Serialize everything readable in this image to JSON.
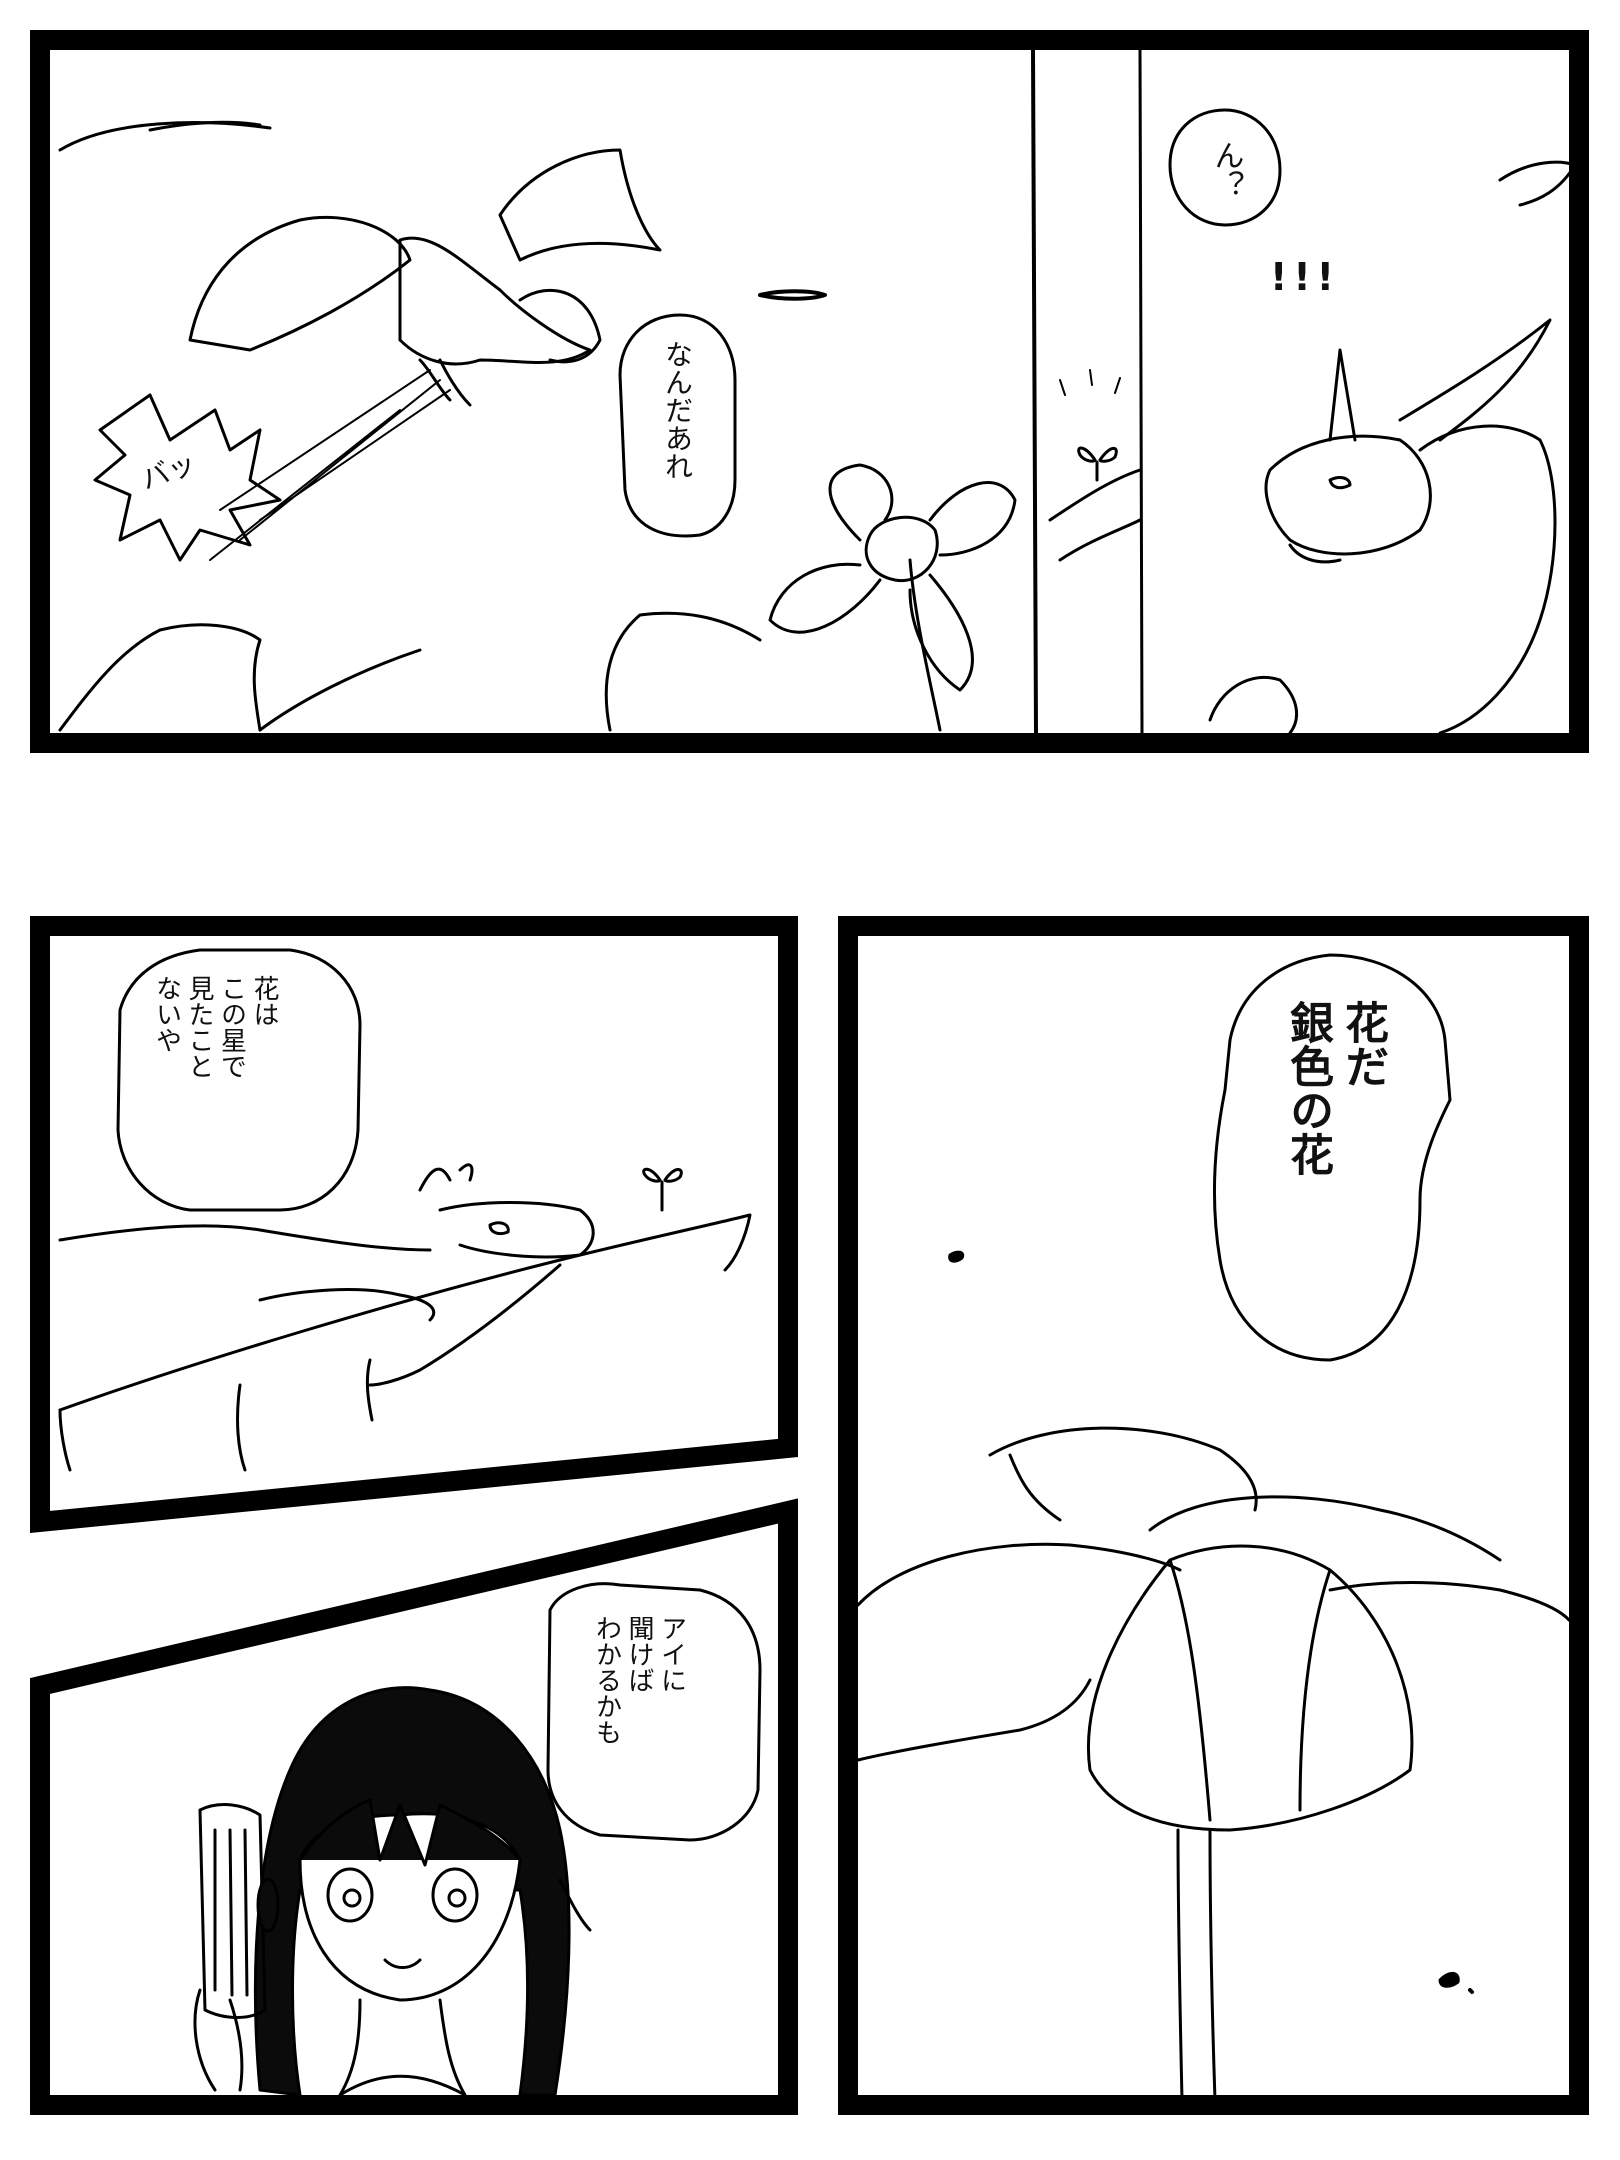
{
  "panels": [
    {
      "id": "p1",
      "bubbles": [
        {
          "name": "bubble-nandaare",
          "lines": [
            "なんだあれ"
          ]
        },
        {
          "name": "bubble-n",
          "lines": [
            "ん？"
          ]
        }
      ],
      "sfx": [
        {
          "name": "sfx-batsu",
          "text": "バッ"
        },
        {
          "name": "sfx-surprise",
          "text": "!!!"
        }
      ]
    },
    {
      "id": "p2",
      "bubbles": [
        {
          "name": "bubble-hana-hoshi",
          "lines": [
            "花は",
            "この星で",
            "見たこと",
            "ないや"
          ]
        }
      ]
    },
    {
      "id": "p3",
      "bubbles": [
        {
          "name": "bubble-ai-kikeba",
          "lines": [
            "アイに",
            "聞けば",
            "わかるかも"
          ]
        }
      ]
    },
    {
      "id": "p4",
      "bubbles": [
        {
          "name": "bubble-hana-gin",
          "lines": [
            "花だ",
            "銀色の花"
          ]
        }
      ]
    }
  ]
}
